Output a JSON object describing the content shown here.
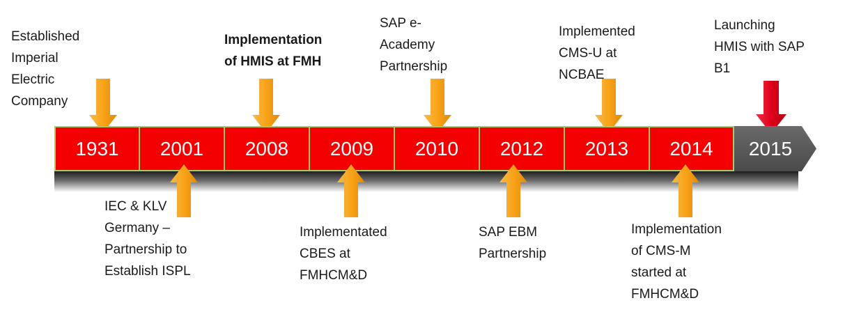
{
  "timeline": {
    "years": [
      "1931",
      "2001",
      "2008",
      "2009",
      "2010",
      "2012",
      "2013",
      "2014"
    ],
    "final_year": "2015",
    "top_labels": [
      "Established\nImperial\nElectric\nCompany",
      "Implementation\nof HMIS at FMH",
      "SAP e-\nAcademy\nPartnership",
      "Implemented\nCMS-U at\nNCBAE",
      "Launching\nHMIS with SAP\nB1"
    ],
    "bottom_labels": [
      "IEC & KLV\nGermany –\nPartnership to\nEstablish ISPL",
      "Implementated\nCBES at\nFMHCM&D",
      "SAP EBM\nPartnership",
      "Implementation\nof CMS-M\nstarted at\nFMHCM&D"
    ]
  },
  "colors": {
    "cell_red": "#f40000",
    "cell_border": "#a7c96a",
    "final_gray": "#5a5a5a",
    "arrow_orange": "#f7a21a",
    "arrow_red": "#e0001a"
  }
}
